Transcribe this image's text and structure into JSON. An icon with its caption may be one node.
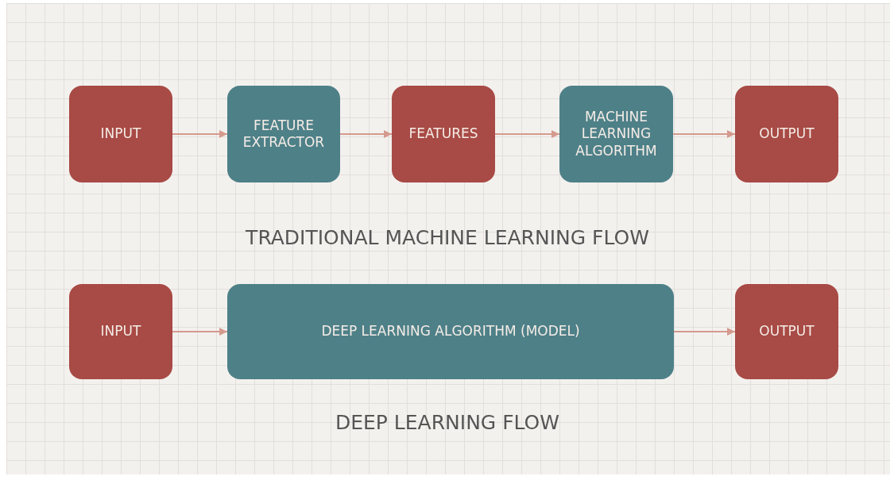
{
  "diagram": {
    "nodes": [
      {
        "text": [
          "INPUT"
        ]
      },
      {
        "text": [
          "FEATURE EXTRACTOR"
        ]
      },
      {
        "text": [
          "FEATURES"
        ]
      },
      {
        "text": [
          "MACHINE LEARNING ALGORITHM"
        ]
      },
      {
        "text": [
          "OUTPUT"
        ]
      },
      {
        "text": [
          "INPUT"
        ]
      },
      {
        "text": [
          "DEEP LEARNING ALGORITHM (MODEL)"
        ]
      },
      {
        "text": [
          "OUTPUT"
        ]
      }
    ],
    "edges": [
      {
        "from": 0,
        "to": 1,
        "arrow": "to"
      },
      {
        "from": 1,
        "to": 2,
        "arrow": "to"
      },
      {
        "from": 2,
        "to": 3,
        "arrow": "to"
      },
      {
        "from": 3,
        "to": 4,
        "arrow": "to"
      },
      {
        "from": 5,
        "to": 6,
        "arrow": "to"
      },
      {
        "from": 6,
        "to": 7,
        "arrow": "to"
      }
    ],
    "labels": [
      "TRADITIONAL MACHINE LEARNING FLOW",
      "DEEP LEARNING FLOW"
    ]
  }
}
